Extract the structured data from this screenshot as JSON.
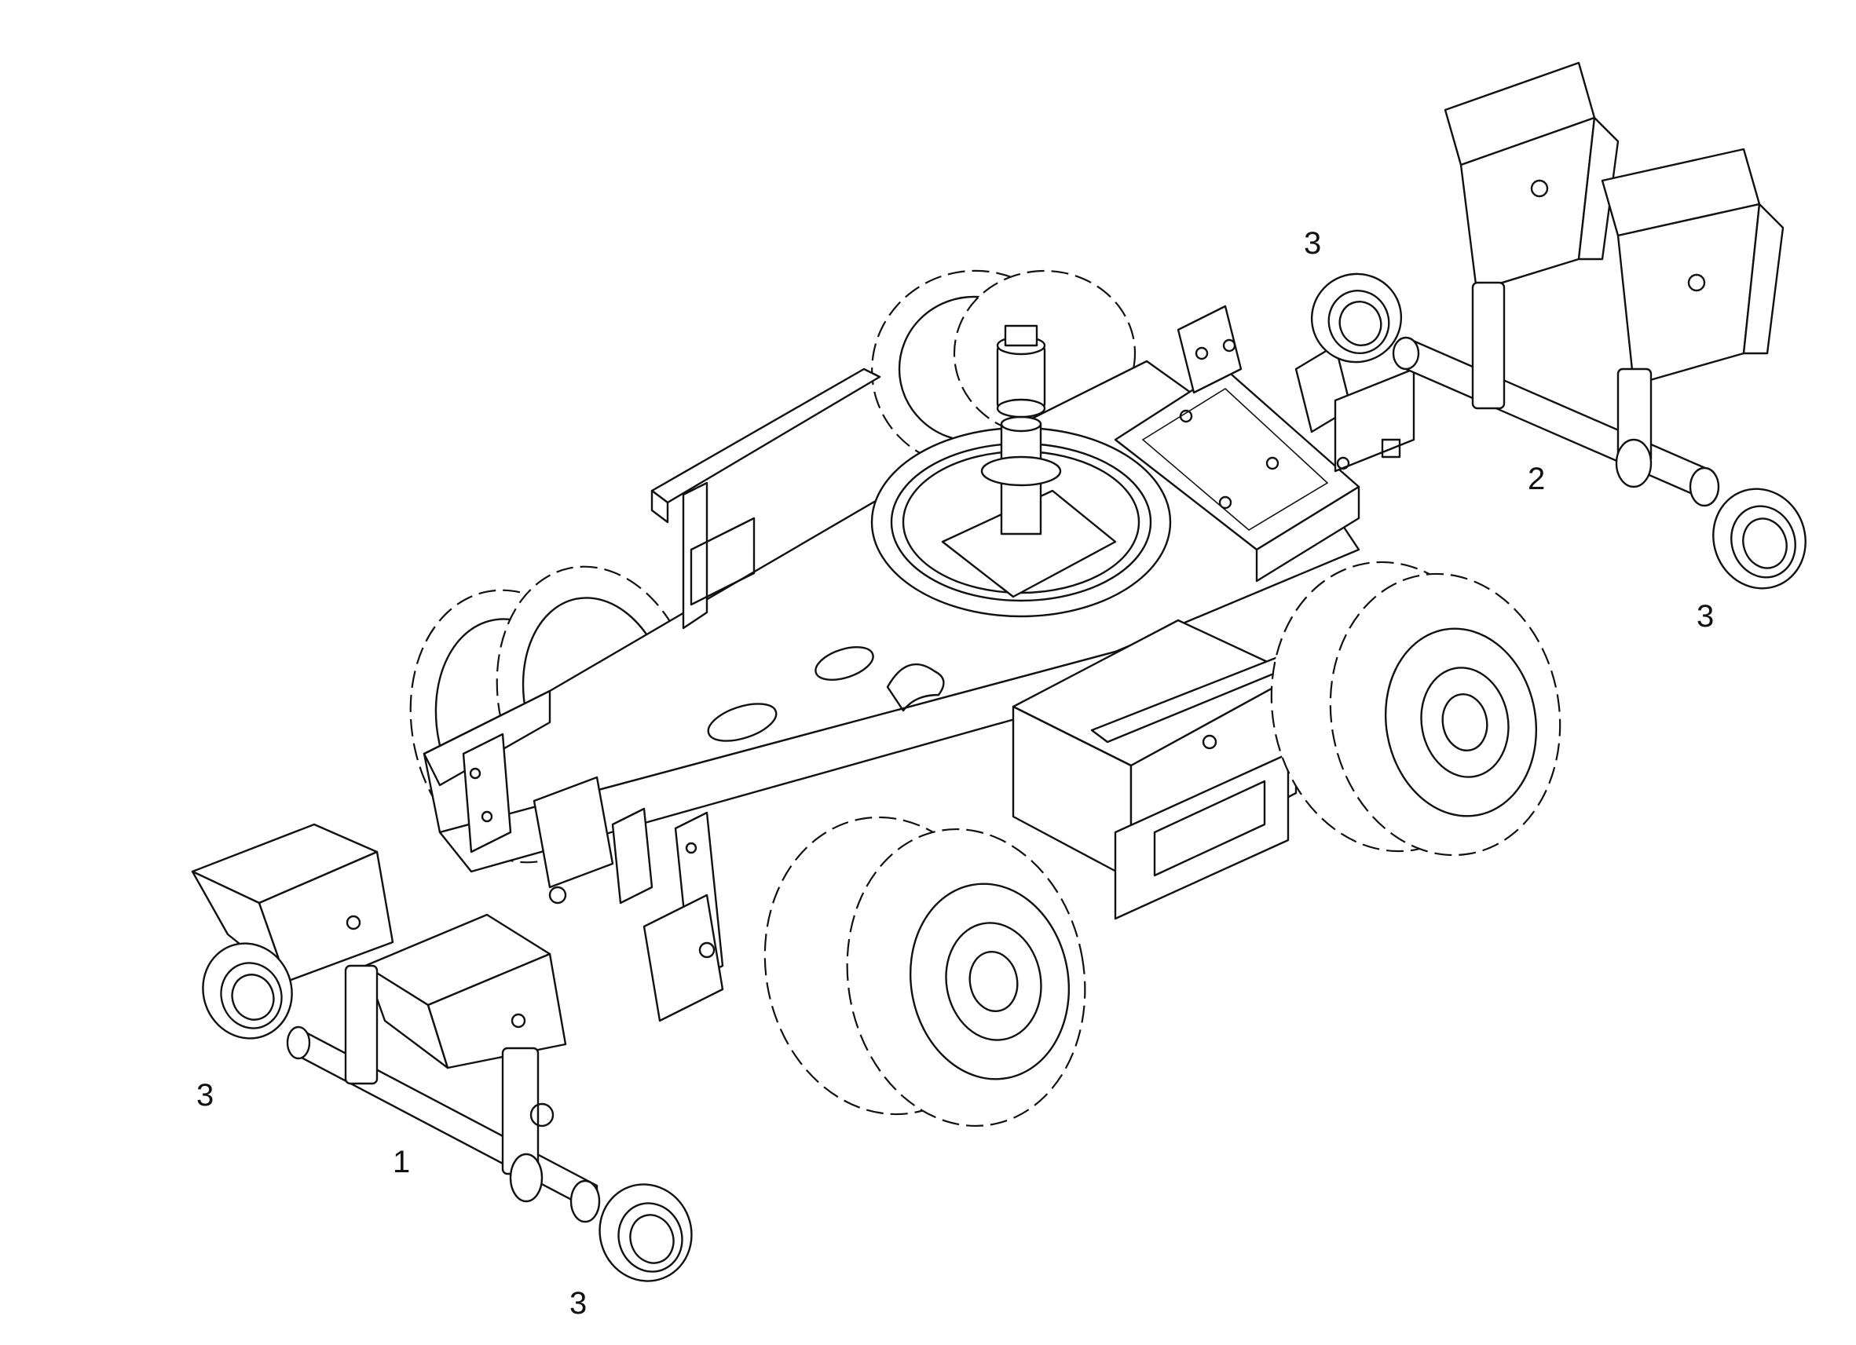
{
  "callouts": {
    "front_axle": "1",
    "rear_axle": "2",
    "ring_top": "3",
    "ring_right": "3",
    "ring_left": "3",
    "ring_bottom": "3"
  },
  "colors": {
    "line": "#111111",
    "background": "#ffffff"
  }
}
